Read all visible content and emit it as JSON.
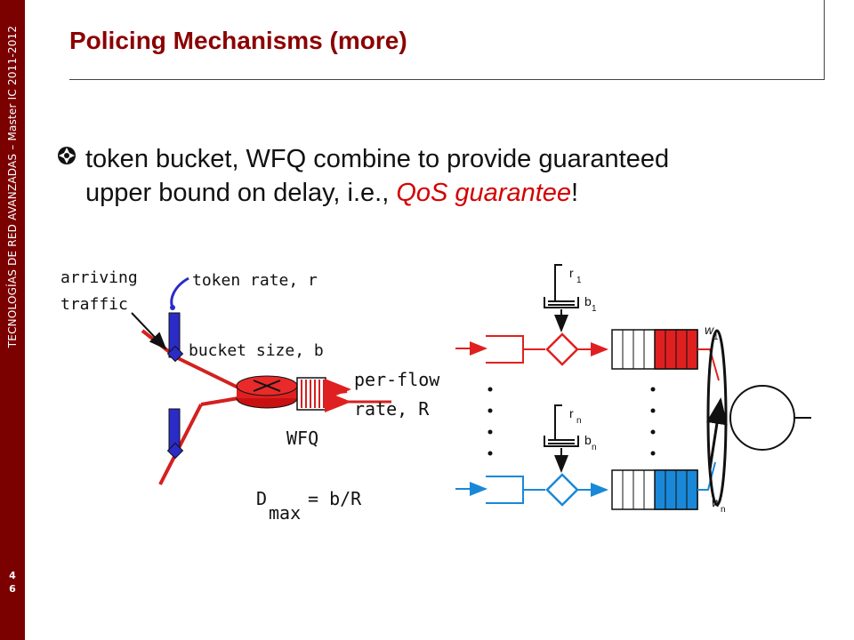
{
  "sidebar": {
    "vertical_text": "TECNOLOGÍAS DE RED AVANZADAS – Master IC 2011-2012",
    "slide_number_line1": "4",
    "slide_number_line2": "6"
  },
  "slide": {
    "title": "Policing Mechanisms (more)",
    "bullet": {
      "icon": "bullet-diamond-icon",
      "text_line1": "token bucket, WFQ combine to provide guaranteed",
      "text_line2_prefix": "upper bound on delay, i.e., ",
      "text_line2_emph": "QoS guarantee",
      "text_line2_suffix": "!"
    }
  },
  "left_diagram": {
    "arriving_traffic_line1": "arriving",
    "arriving_traffic_line2": "traffic",
    "token_rate": "token rate, r",
    "bucket_size": "bucket size, b",
    "per_flow_line1": "per-flow",
    "per_flow_line2": "rate, R",
    "wfq": "WFQ",
    "dmax_D": "D",
    "dmax_sub": "max",
    "dmax_rhs": "= b/R"
  },
  "right_diagram": {
    "r1": "r",
    "r1_sub": "1",
    "b1": "b",
    "b1_sub": "1",
    "rn": "r",
    "rn_sub": "n",
    "bn": "b",
    "bn_sub": "n",
    "w1": "w",
    "w1_sub": "1",
    "wn": "w",
    "wn_sub": "n"
  },
  "colors": {
    "sidebar": "#7b0000",
    "title": "#8b0000",
    "emphasis": "#d40000",
    "flow_red": "#e02020",
    "flow_blue": "#1a88d8",
    "link_red": "#d42020",
    "bucket_blue": "#2b2bc8"
  }
}
